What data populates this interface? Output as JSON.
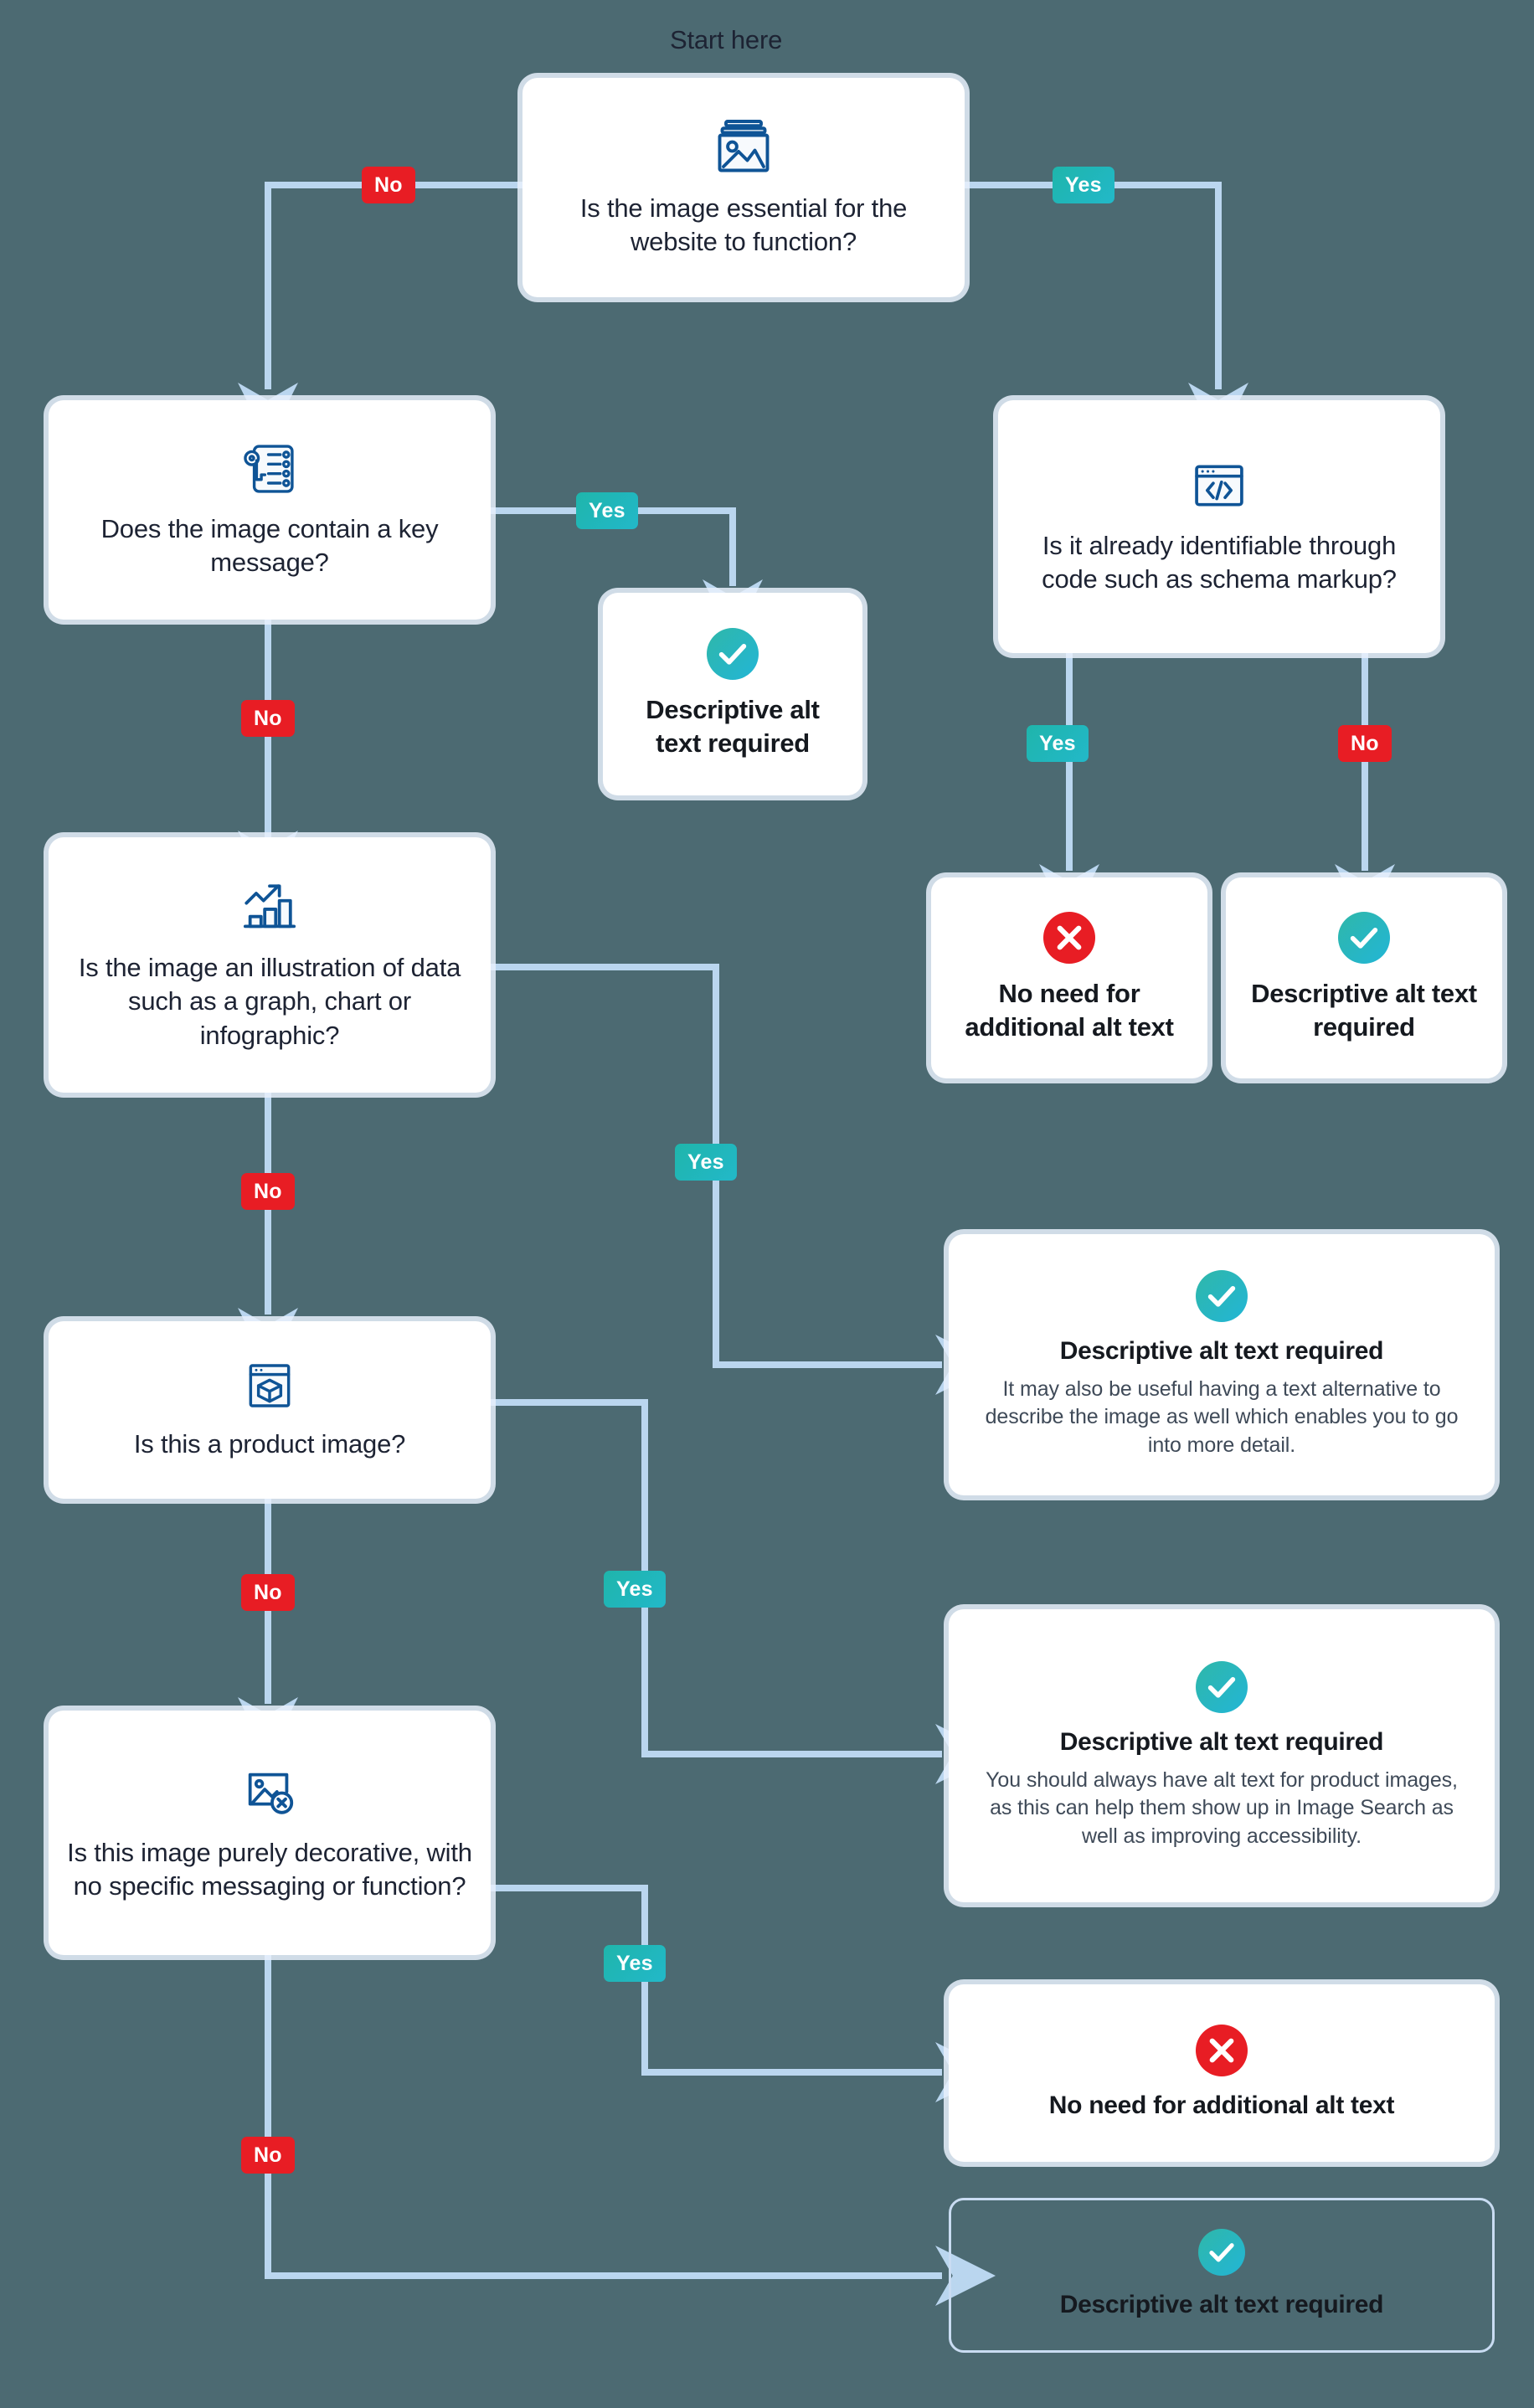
{
  "page": {
    "start_label": "Start here",
    "background_color": "#4c6a72",
    "connector_color": "#bad6ef",
    "icon_color": "#0f5496",
    "yes_color": "#21b6bd",
    "no_color": "#e81d24",
    "check_color": "#2ab7c8",
    "cross_color": "#e81d24"
  },
  "nodes": {
    "q1": {
      "icon": "image-picture-icon",
      "text": "Is the image essential for the website to function?"
    },
    "q2": {
      "icon": "key-list-icon",
      "text": "Does the image contain a key message?"
    },
    "q3": {
      "icon": "code-window-icon",
      "text": "Is it already identifiable through code such as schema markup?"
    },
    "q4": {
      "icon": "chart-growth-icon",
      "text": "Is the image an illustration of data such as a graph, chart or infographic?"
    },
    "q5": {
      "icon": "product-box-window-icon",
      "text": "Is this a product image?"
    },
    "q6": {
      "icon": "image-crossed-icon",
      "text": "Is this image purely decorative, with no specific messaging or function?"
    },
    "o1": {
      "icon": "check-circle-icon",
      "title": "Descriptive alt text required",
      "desc": ""
    },
    "o2": {
      "icon": "cross-circle-icon",
      "title": "No need for additional alt text",
      "desc": ""
    },
    "o3": {
      "icon": "check-circle-icon",
      "title": "Descriptive alt text required",
      "desc": ""
    },
    "o4": {
      "icon": "check-circle-icon",
      "title": "Descriptive alt text required",
      "desc": "It may also be useful having a text alternative to describe the image as well which enables you to go into more detail."
    },
    "o5": {
      "icon": "check-circle-icon",
      "title": "Descriptive alt text required",
      "desc": "You should always have alt text for product images, as this can help them show up in Image Search as well as improving accessibility."
    },
    "o6": {
      "icon": "cross-circle-icon",
      "title": "No need for additional alt text",
      "desc": ""
    },
    "o7": {
      "icon": "check-circle-icon",
      "title": "Descriptive alt text required",
      "desc": ""
    }
  },
  "edge_labels": {
    "q1_no": "No",
    "q1_yes": "Yes",
    "q2_yes": "Yes",
    "q2_no": "No",
    "q3_yes": "Yes",
    "q3_no": "No",
    "q4_no": "No",
    "q4_yes": "Yes",
    "q5_no": "No",
    "q5_yes": "Yes",
    "q6_no": "No",
    "q6_yes": "Yes"
  }
}
